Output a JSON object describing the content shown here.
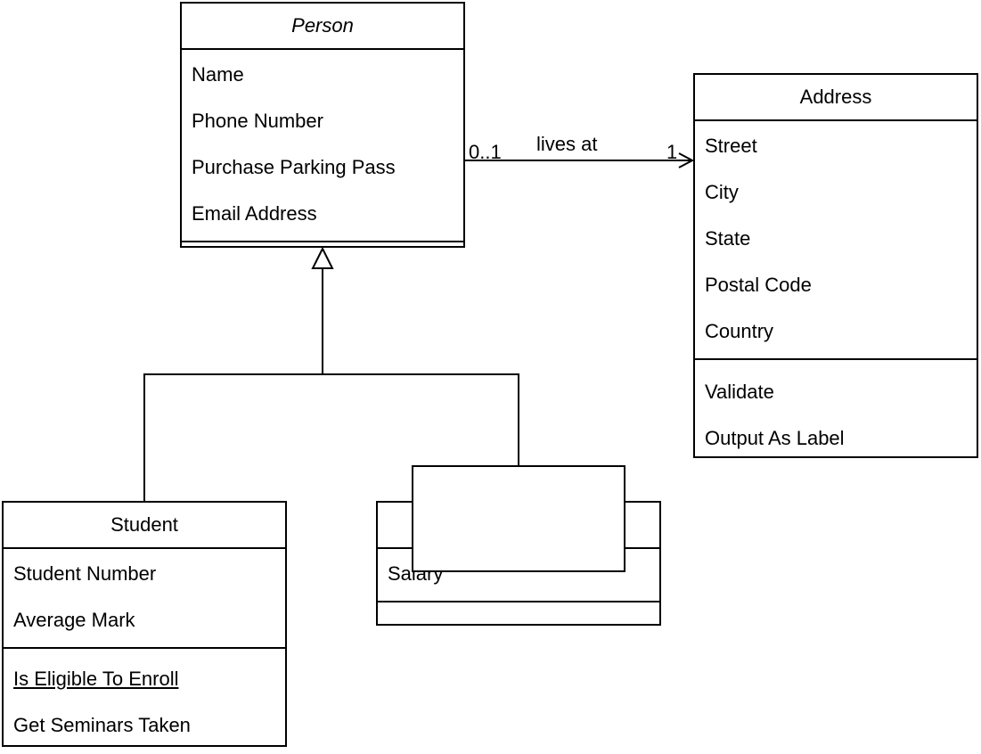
{
  "classes": {
    "person": {
      "name": "Person",
      "attributes": [
        "Name",
        "Phone Number",
        "Purchase Parking Pass",
        "Email Address"
      ],
      "operations": []
    },
    "address": {
      "name": "Address",
      "attributes": [
        "Street",
        "City",
        "State",
        "Postal Code",
        "Country"
      ],
      "operations": [
        "Validate",
        "Output As Label"
      ]
    },
    "student": {
      "name": "Student",
      "attributes": [
        "Student Number",
        "Average Mark"
      ],
      "operations": [
        "Is Eligible To Enroll",
        "Get Seminars Taken"
      ]
    },
    "professor": {
      "name": "",
      "attributes": [
        "Salary"
      ],
      "operations": []
    }
  },
  "association": {
    "label": "lives at",
    "source_multiplicity": "0..1",
    "target_multiplicity": "1"
  }
}
